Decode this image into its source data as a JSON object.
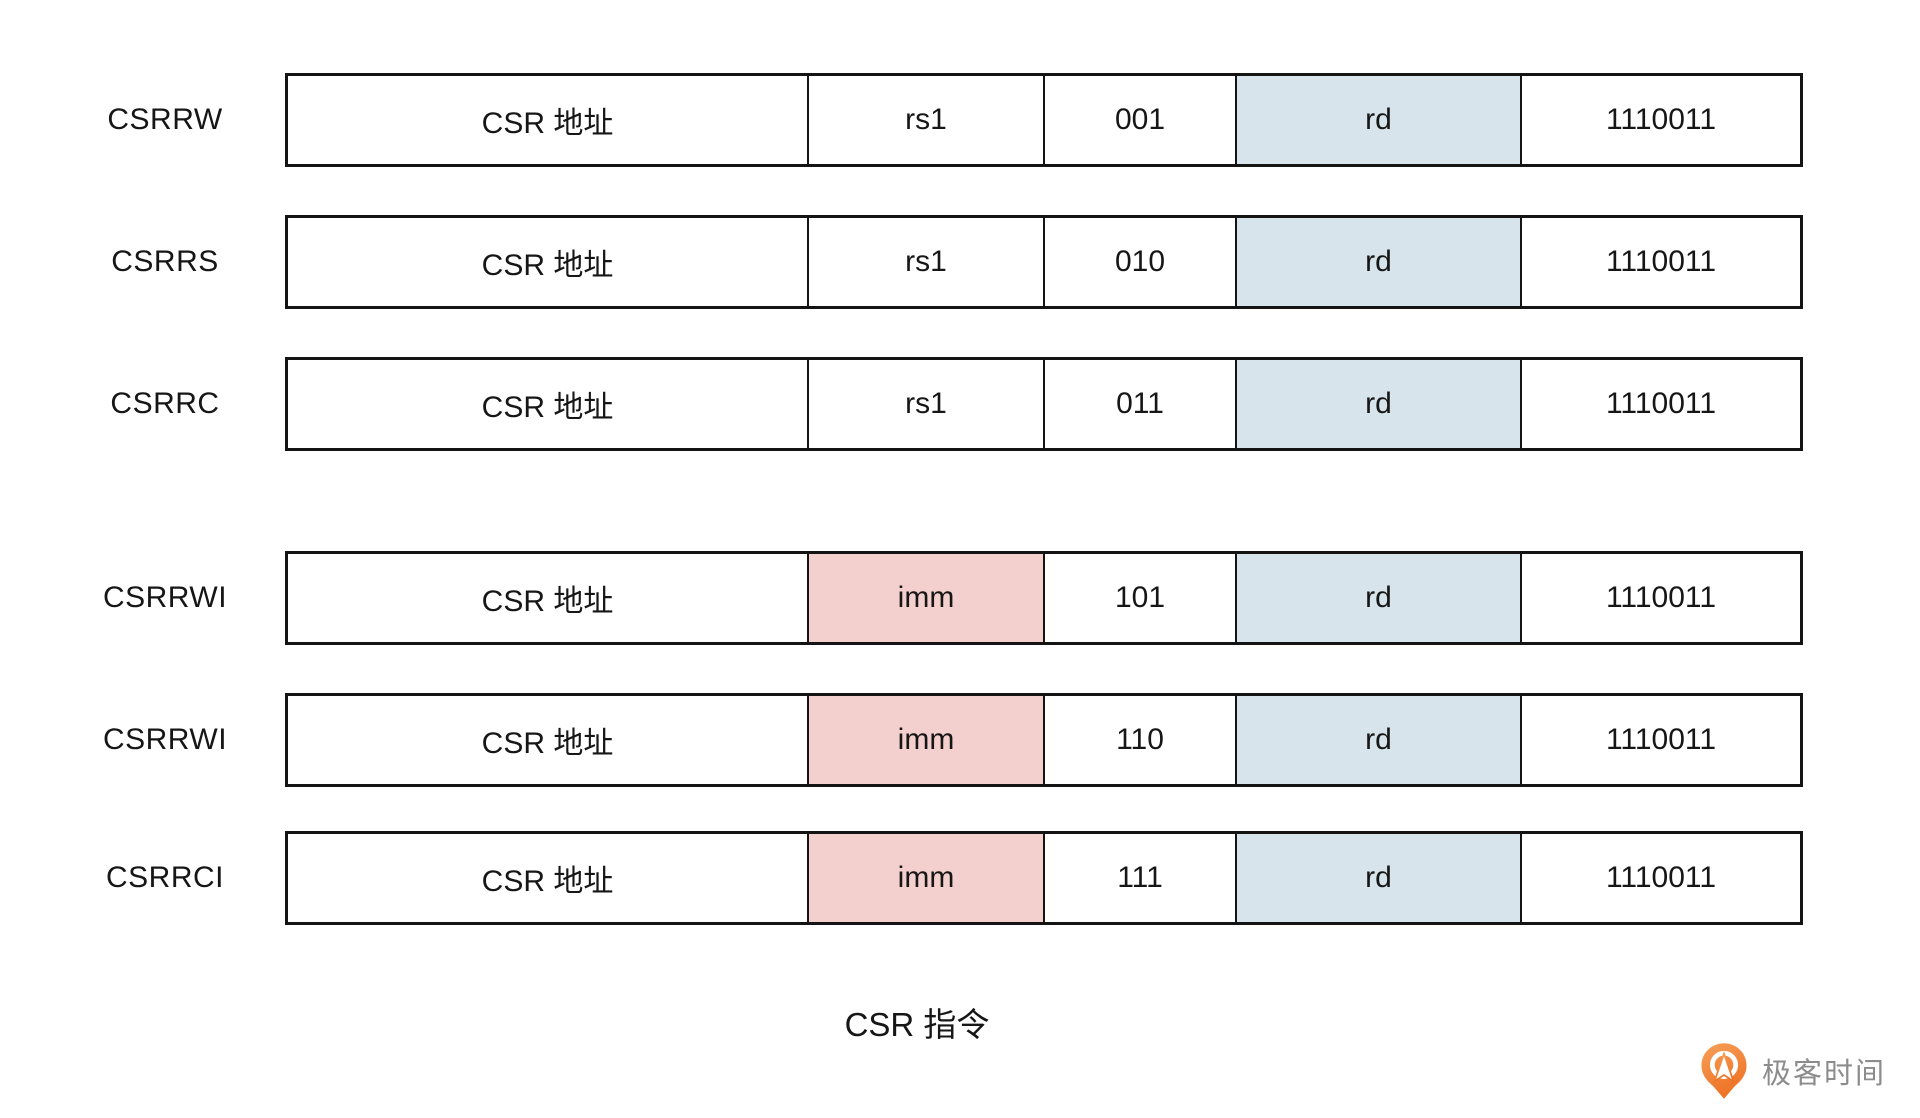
{
  "diagram": {
    "caption": "CSR 指令",
    "colors": {
      "rd_fill": "#d8e4eb",
      "imm_fill": "#f3d0cd",
      "border": "#141414"
    },
    "rows": [
      {
        "label": "CSRRW",
        "addr": "CSR 地址",
        "reg": "rs1",
        "funct3": "001",
        "rd": "rd",
        "opcode": "1110011"
      },
      {
        "label": "CSRRS",
        "addr": "CSR 地址",
        "reg": "rs1",
        "funct3": "010",
        "rd": "rd",
        "opcode": "1110011"
      },
      {
        "label": "CSRRC",
        "addr": "CSR 地址",
        "reg": "rs1",
        "funct3": "011",
        "rd": "rd",
        "opcode": "1110011"
      },
      {
        "label": "CSRRWI",
        "addr": "CSR 地址",
        "reg": "imm",
        "funct3": "101",
        "rd": "rd",
        "opcode": "1110011"
      },
      {
        "label": "CSRRWI",
        "addr": "CSR 地址",
        "reg": "imm",
        "funct3": "110",
        "rd": "rd",
        "opcode": "1110011"
      },
      {
        "label": "CSRRCI",
        "addr": "CSR 地址",
        "reg": "imm",
        "funct3": "111",
        "rd": "rd",
        "opcode": "1110011"
      }
    ]
  },
  "branding": {
    "logo_text": "极客时间",
    "logo_orange_top": "#f6a158",
    "logo_orange_bottom": "#ee7226",
    "text_color": "#8c8c8c"
  }
}
